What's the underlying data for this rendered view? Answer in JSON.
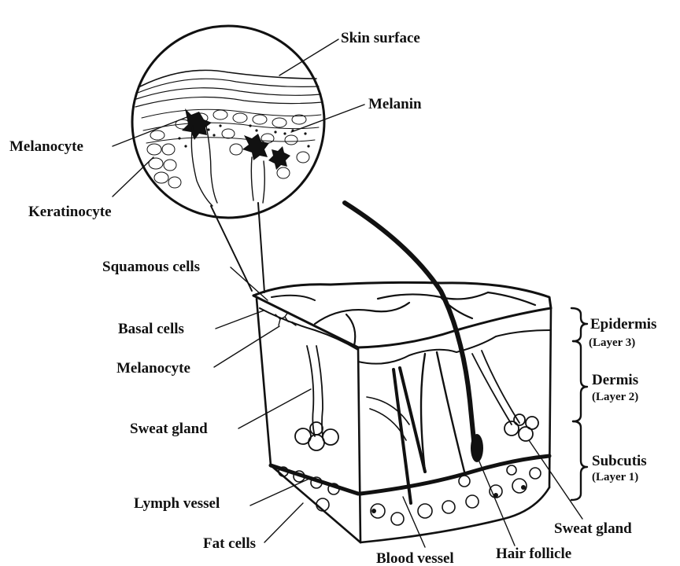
{
  "labels": {
    "skin_surface": "Skin surface",
    "melanin": "Melanin",
    "melanocyte_top": "Melanocyte",
    "keratinocyte": "Keratinocyte",
    "squamous_cells": "Squamous cells",
    "basal_cells": "Basal cells",
    "melanocyte_lower": "Melanocyte",
    "sweat_gland_left": "Sweat gland",
    "lymph_vessel": "Lymph vessel",
    "fat_cells": "Fat cells",
    "blood_vessel": "Blood vessel",
    "hair_follicle": "Hair follicle",
    "sweat_gland_right": "Sweat gland"
  },
  "layers": {
    "epidermis": "Epidermis",
    "epidermis_sub": "(Layer 3)",
    "dermis": "Dermis",
    "dermis_sub": "(Layer 2)",
    "subcutis": "Subcutis",
    "subcutis_sub": "(Layer 1)"
  }
}
